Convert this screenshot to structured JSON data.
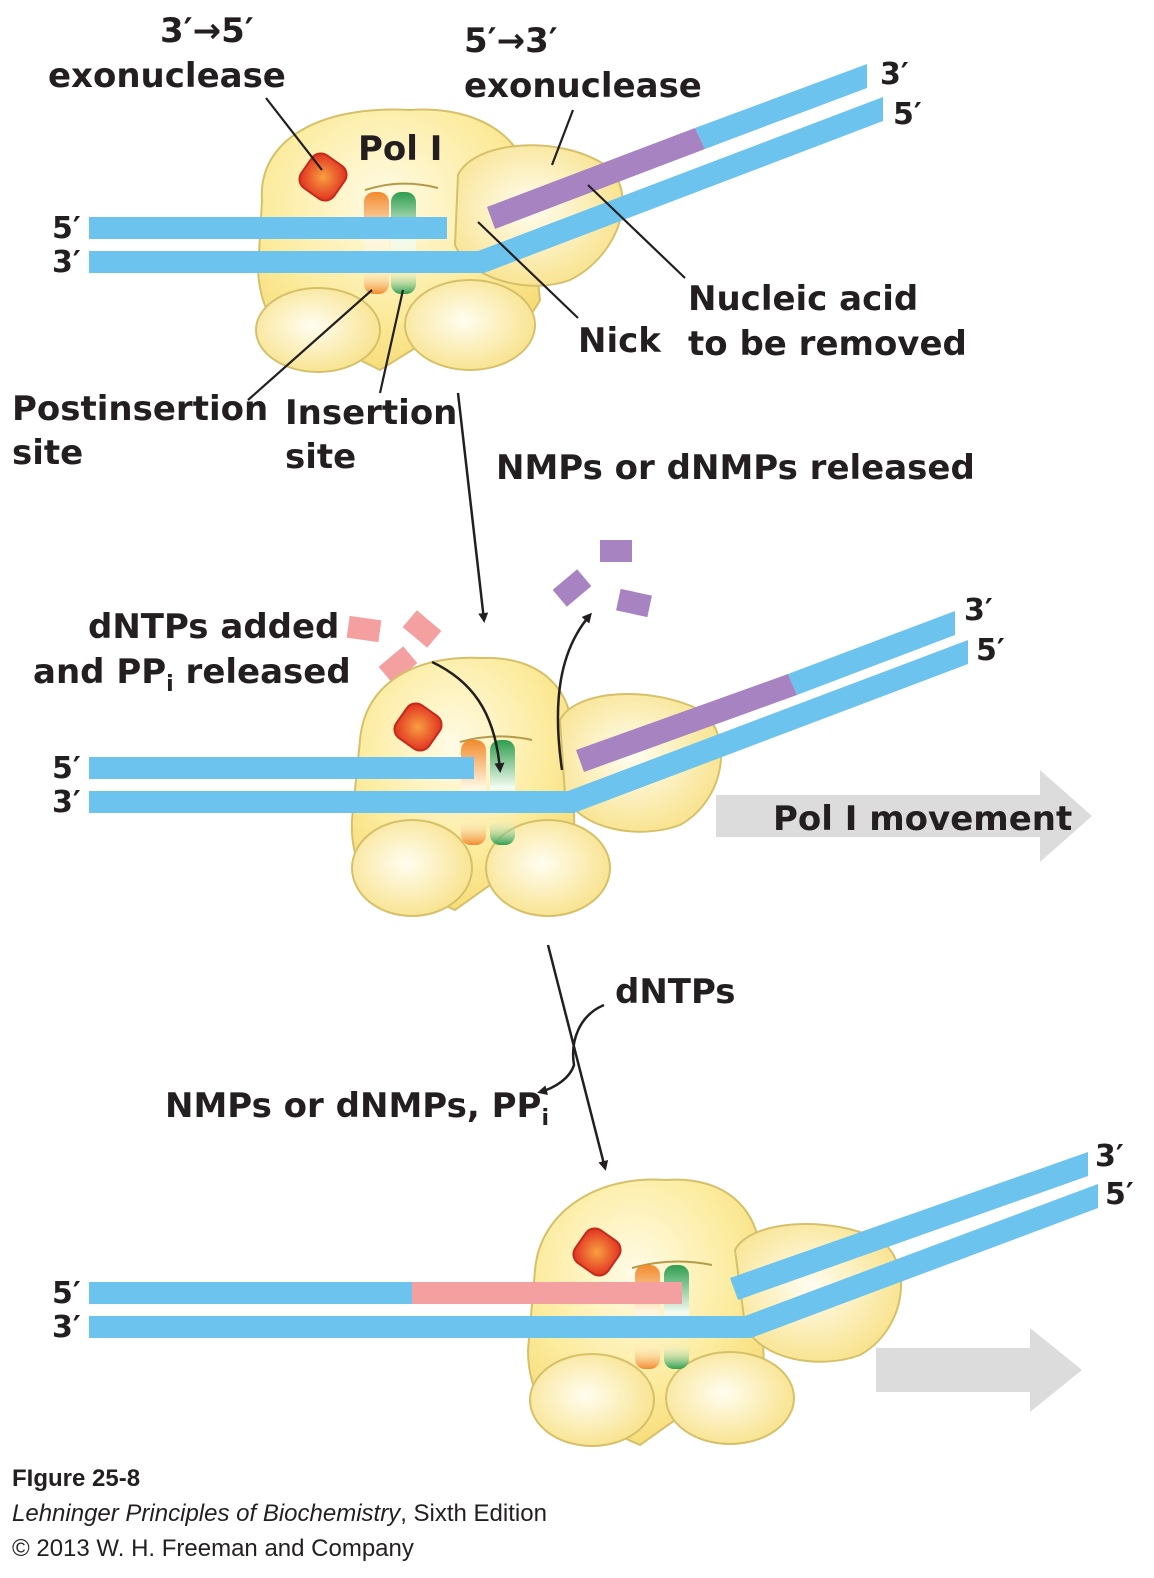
{
  "colors": {
    "dna": "#6cc3ee",
    "removed_na": "#a784c1",
    "new_dna": "#f4a0a0",
    "protein": "#fbe8a2",
    "protein_edge": "#c8b560",
    "exo_site": "#e8432c",
    "postinsertion": "#f28a2e",
    "insertion": "#2e9e4e",
    "movement_arrow": "#dcdcdc",
    "text": "#231f20"
  },
  "strand_ends": {
    "five_prime": "5′",
    "three_prime": "3′"
  },
  "panel1": {
    "exo35_line1": "3′→5′",
    "exo35_line2": "exonuclease",
    "exo53_line1": "5′→3′",
    "exo53_line2": "exonuclease",
    "pol_label": "Pol I",
    "nucleic_acid_line1": "Nucleic acid",
    "nucleic_acid_line2": "to be removed",
    "nick": "Nick",
    "postinsertion_line1": "Postinsertion",
    "postinsertion_line2": "site",
    "insertion_line1": "Insertion",
    "insertion_line2": "site"
  },
  "panel2": {
    "nmps_released": "NMPs or dNMPs released",
    "dntps_line1": "dNTPs added",
    "dntps_line2": "and PP",
    "dntps_line2_sub": "i",
    "dntps_line2_rest": " released",
    "movement": "Pol I movement"
  },
  "panel3": {
    "dntps": "dNTPs",
    "nmps": "NMPs or dNMPs, PP",
    "nmps_sub": "i"
  },
  "caption": {
    "figure": "FIgure 25-8",
    "book_title": "Lehninger Principles of Biochemistry",
    "edition": ", Sixth Edition",
    "copyright": "© 2013 W. H. Freeman and Company"
  }
}
